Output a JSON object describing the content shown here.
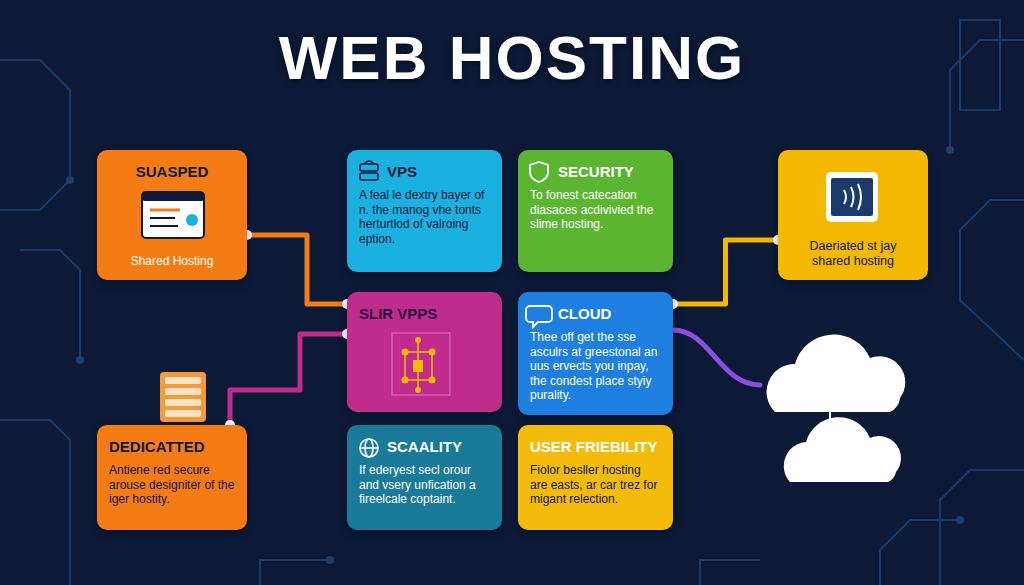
{
  "diagram": {
    "title": "WEB HOSTING",
    "nodes": [
      {
        "text": [
          "SUASPED",
          "Shared Hosting"
        ]
      },
      {
        "text": [
          "VPS",
          "A feal le dextry bayer of n. the manog vhe tonts herturtlod of valroing eption."
        ]
      },
      {
        "text": [
          "SECURITY",
          "To fonest catecation diasaces acdivivied the slime hosting."
        ]
      },
      {
        "text": [
          "Daeriated st jay shared hosting"
        ]
      },
      {
        "text": [
          "SLIR VPPS"
        ]
      },
      {
        "text": [
          "CLOUD",
          "Thee off get the sse asculrs at greestonal an uus ervects you inpay, the condest place styiy purality."
        ]
      },
      {
        "text": [
          "DEDICATTED",
          "Antiene red secure arouse designiter of the iger hostity."
        ]
      },
      {
        "text": [
          "SCAALITY",
          "If ederyest secl orour and vsery unfication a fireelcale coptaint."
        ]
      },
      {
        "text": [
          "USER FRIEBILITY",
          "Fiolor besller hosting are easts, ar car trez for migant relection."
        ]
      }
    ],
    "edges": [
      {
        "from": 0,
        "to": 4,
        "arrow": "none"
      },
      {
        "from": 4,
        "to": 6,
        "arrow": "none"
      },
      {
        "from": 3,
        "to": 5,
        "arrow": "none"
      }
    ]
  }
}
